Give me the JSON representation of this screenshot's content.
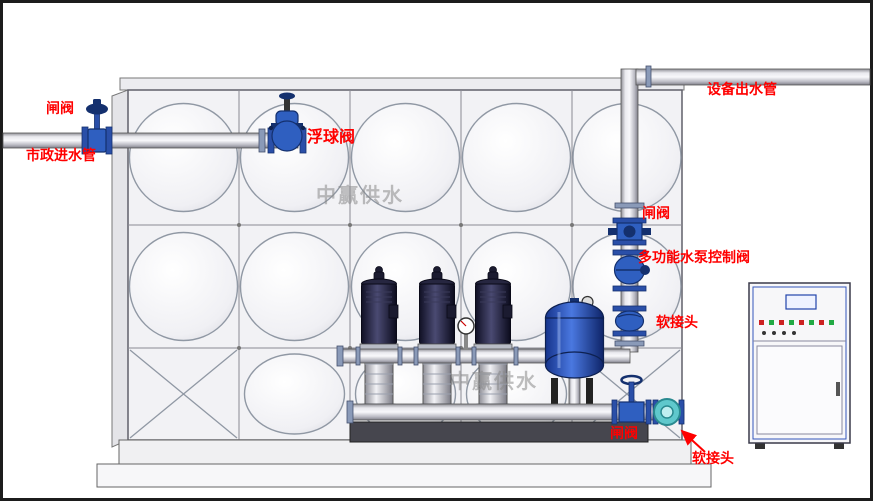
{
  "diagram": {
    "watermark": "中赢供水",
    "labels": {
      "inlet_gate_valve": "闸阀",
      "municipal_inlet_pipe": "市政进水管",
      "float_valve": "浮球阀",
      "equipment_outlet_pipe": "设备出水管",
      "riser_gate_valve": "闸阀",
      "pump_control_valve": "多功能水泵控制阀",
      "riser_flexible_joint": "软接头",
      "suction_gate_valve": "闸阀",
      "suction_flexible_joint": "软接头"
    },
    "colors": {
      "label": "#ff0000",
      "valve": "#2f5fc0",
      "valve-dark": "#14306e",
      "flex-joint": "#5fc8cc",
      "watermark": "#8a8a8a"
    }
  }
}
